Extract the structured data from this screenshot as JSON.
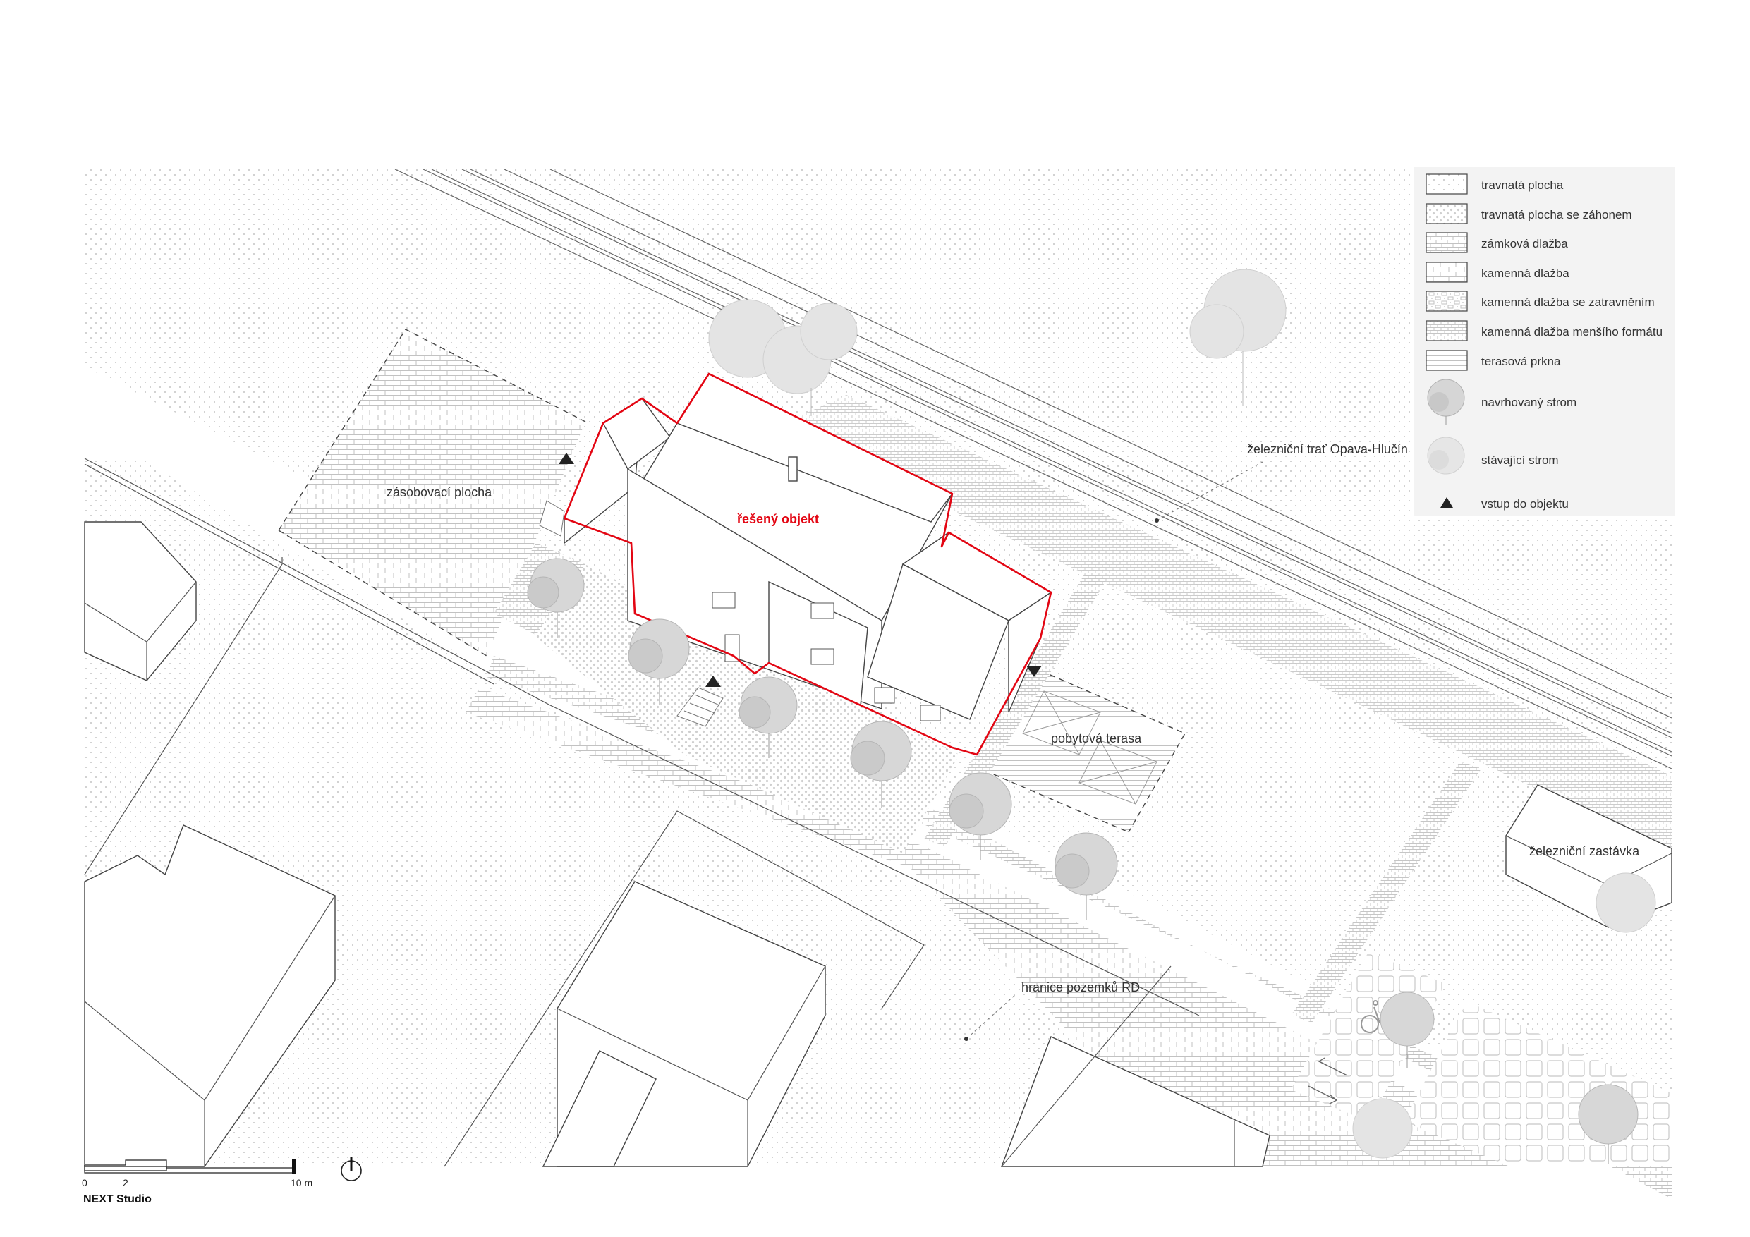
{
  "labels": {
    "object": "řešený objekt",
    "supply_area": "zásobovací plocha",
    "railway": "železniční trať Opava-Hlučín",
    "terrace": "pobytová terasa",
    "station": "železniční zastávka",
    "boundary": "hranice pozemků RD"
  },
  "legend": [
    {
      "text": "travnatá plocha",
      "pattern": "pat-grass"
    },
    {
      "text": "travnatá plocha se záhonem",
      "pattern": "pat-grass-bed"
    },
    {
      "text": "zámková dlažba",
      "pattern": "pat-lock"
    },
    {
      "text": "kamenná dlažba",
      "pattern": "pat-stone"
    },
    {
      "text": "kamenná dlažba se zatravněním",
      "pattern": "pat-stone-grass"
    },
    {
      "text": "kamenná dlažba menšího formátu",
      "pattern": "pat-stone-small"
    },
    {
      "text": "terasová prkna",
      "pattern": "pat-boards"
    },
    {
      "text": "navrhovaný strom",
      "symbol": "proposed-tree-icon"
    },
    {
      "text": "stávající strom",
      "symbol": "existing-tree-icon"
    },
    {
      "text": "vstup do objektu",
      "symbol": "entrance-triangle-icon"
    }
  ],
  "scale": {
    "zero": "0",
    "two": "2",
    "ten": "10 m"
  },
  "studio": "NEXT Studio",
  "colors": {
    "accent": "#e30613",
    "legend_bg": "#f3f3f3"
  }
}
